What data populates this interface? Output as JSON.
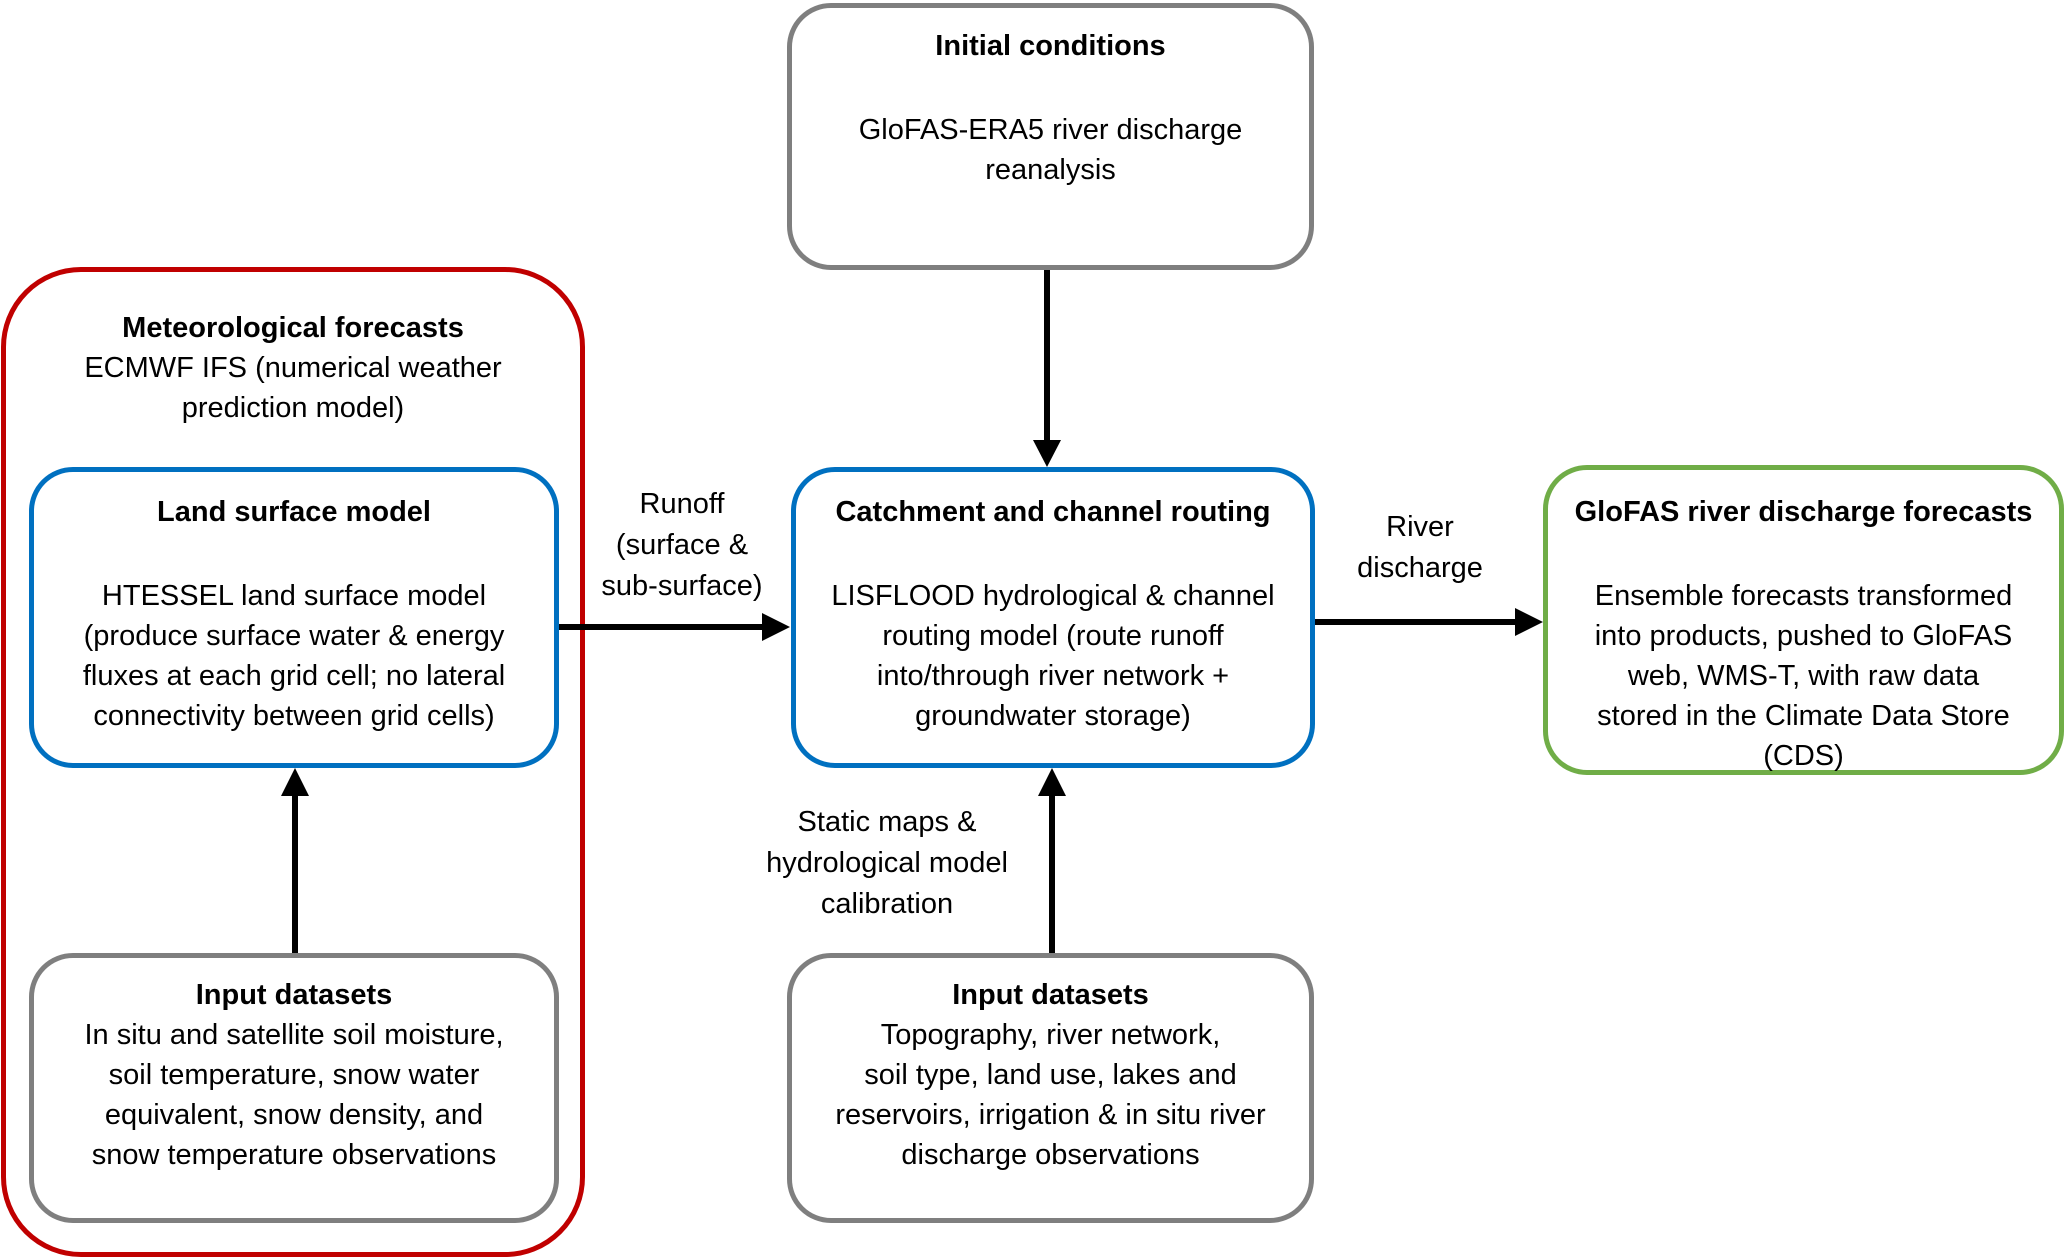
{
  "colors": {
    "outer_group_border": "#c00000",
    "model_border": "#0070c0",
    "output_border": "#70ad47",
    "input_border": "#7f7f7f",
    "arrow": "#000000"
  },
  "initial_conditions": {
    "title": "Initial conditions",
    "body": [
      "GloFAS-ERA5 river discharge",
      "reanalysis"
    ]
  },
  "meteorological": {
    "title": "Meteorological forecasts",
    "body": [
      "ECMWF IFS  (numerical weather",
      "prediction model)"
    ]
  },
  "land_surface": {
    "title": "Land surface model",
    "body": [
      "HTESSEL land surface model",
      "(produce surface water & energy",
      "fluxes at each grid cell; no lateral",
      "connectivity between grid cells)"
    ]
  },
  "input_left": {
    "title": "Input datasets",
    "body": [
      "In  situ and satellite soil moisture,",
      "soil temperature, snow water",
      "equivalent, snow density, and",
      "snow temperature observations"
    ]
  },
  "catchment": {
    "title": "Catchment and channel routing",
    "body": [
      "LISFLOOD hydrological & channel",
      "routing model (route runoff",
      "into/through river network +",
      "groundwater storage)"
    ]
  },
  "input_center": {
    "title": "Input datasets",
    "body": [
      "Topography, river network,",
      "soil type, land use, lakes and",
      "reservoirs, irrigation & in  situ river",
      "discharge observations"
    ]
  },
  "glofas": {
    "title": "GloFAS river discharge forecasts",
    "body": [
      "Ensemble forecasts transformed",
      "into products, pushed to GloFAS",
      "web, WMS-T, with raw data",
      "stored in the Climate Data Store",
      "(CDS)"
    ]
  },
  "edge_labels": {
    "runoff": [
      "Runoff",
      "(surface &",
      "sub-surface)"
    ],
    "river_discharge": [
      "River",
      "discharge"
    ],
    "static_maps": [
      "Static maps &",
      "hydrological model",
      "calibration"
    ]
  }
}
